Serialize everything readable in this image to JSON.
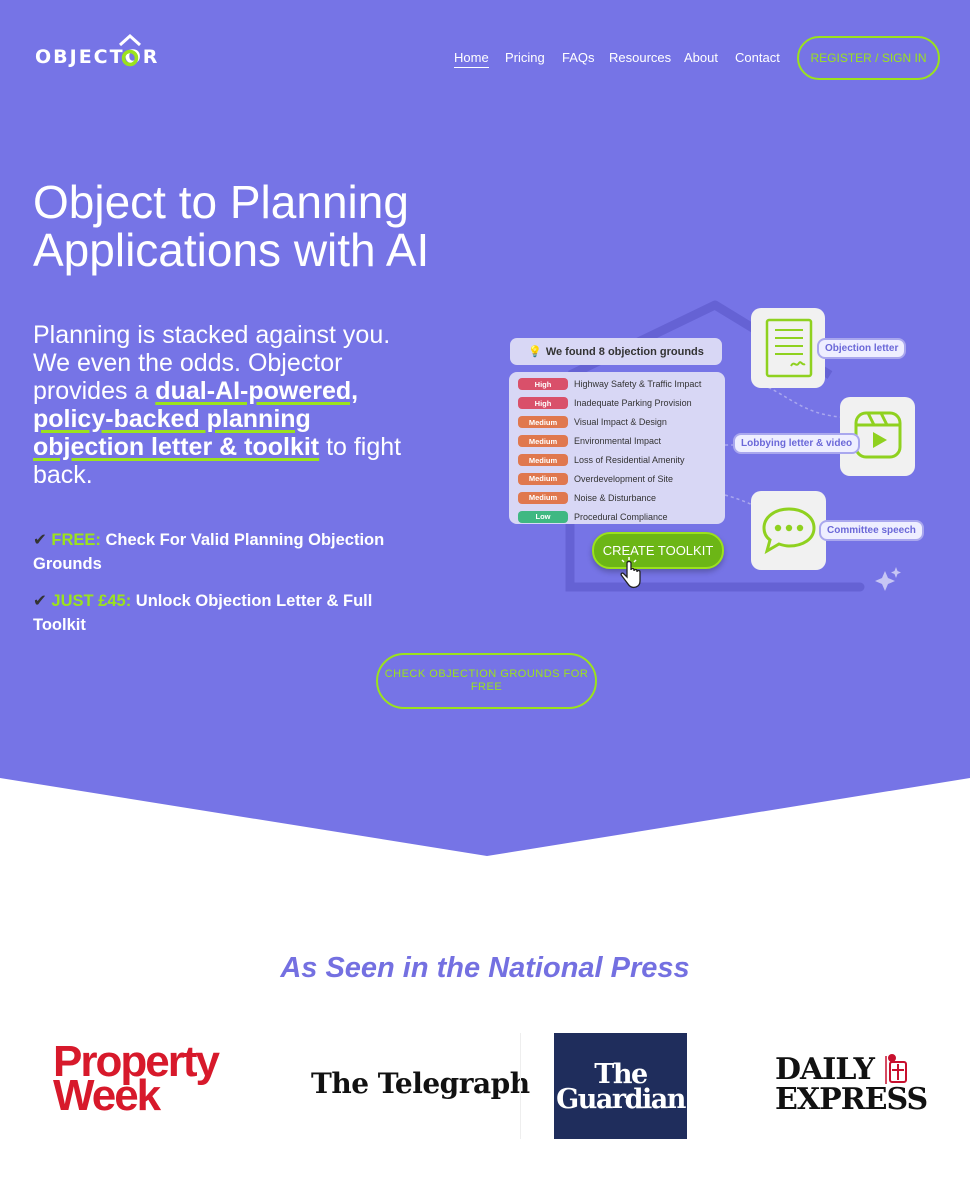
{
  "brand": {
    "logo_text": "OBJECTOR",
    "accent_color": "#9be21d",
    "hero_color": "#7674e6"
  },
  "nav": {
    "items": [
      {
        "label": "Home",
        "active": true
      },
      {
        "label": "Pricing"
      },
      {
        "label": "FAQs"
      },
      {
        "label": "Resources"
      },
      {
        "label": "About"
      },
      {
        "label": "Contact"
      }
    ],
    "register_label": "REGISTER / SIGN IN"
  },
  "hero": {
    "title": "Object to Planning Applications with AI",
    "subtitle_part1": "Planning is stacked against you. We even the odds. Objector provides a ",
    "subtitle_highlight": "dual-AI-powered, policy-backed planning objection letter & toolkit",
    "subtitle_part2": " to fight back.",
    "features": [
      {
        "check": "✔",
        "accent": "FREE:",
        "text": " Check For Valid Planning Objection Grounds"
      },
      {
        "check": "✔",
        "accent": "JUST £45:",
        "text": " Unlock Objection Letter & Full Toolkit"
      }
    ],
    "cta_label": "CHECK OBJECTION GROUNDS FOR FREE"
  },
  "illustration": {
    "found_text": "We found 8 objection grounds",
    "grounds": [
      {
        "level": "High",
        "label": "Highway Safety & Traffic Impact",
        "color": "#d9506a"
      },
      {
        "level": "High",
        "label": "Inadequate Parking Provision",
        "color": "#d9506a"
      },
      {
        "level": "Medium",
        "label": "Visual Impact & Design",
        "color": "#e0784e"
      },
      {
        "level": "Medium",
        "label": "Environmental Impact",
        "color": "#e0784e"
      },
      {
        "level": "Medium",
        "label": "Loss of Residential Amenity",
        "color": "#e0784e"
      },
      {
        "level": "Medium",
        "label": "Overdevelopment of Site",
        "color": "#e0784e"
      },
      {
        "level": "Medium",
        "label": "Noise & Disturbance",
        "color": "#e0784e"
      },
      {
        "level": "Low",
        "label": "Procedural Compliance",
        "color": "#3fb882"
      }
    ],
    "create_label": "CREATE TOOLKIT",
    "pills": {
      "letter": "Objection letter",
      "lobbying": "Lobbying letter & video",
      "speech": "Committee speech"
    }
  },
  "press": {
    "title": "As Seen in the National Press",
    "logos": {
      "property_week_1": "Property",
      "property_week_2": "Week",
      "telegraph": "The Telegraph",
      "guardian_1": "The",
      "guardian_2": "Guardian",
      "express_1": "DAILY",
      "express_2": "EXPRESS"
    }
  }
}
